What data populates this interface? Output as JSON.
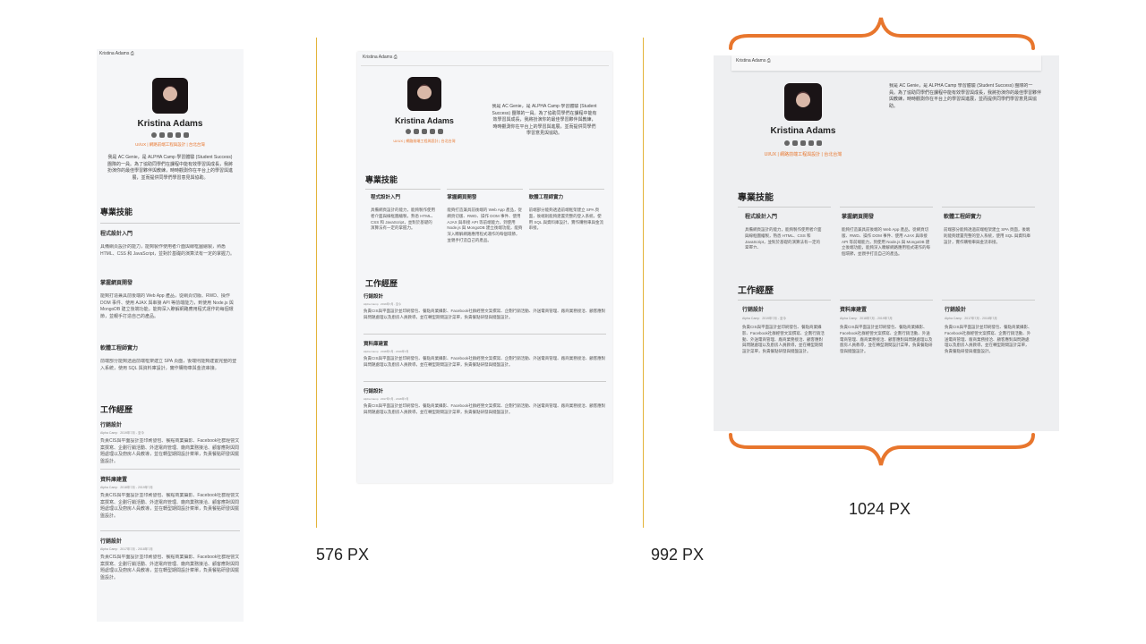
{
  "labels": {
    "px576": "576 PX",
    "px992": "992 PX",
    "px1024": "1024 PX"
  },
  "profile": {
    "topbar": "Kristina Adams ⎙",
    "name": "Kristina Adams",
    "tagline": "UI/UX | 網路前端工程與設計 | 台北台灣",
    "intro": "我是 AC Genie，是 ALPHA Camp 學習體驗 (Student Success) 團隊的一員。為了協助同學們在課程中能有效學習與成長，我將扮演你的最佳學習夥伴與教練，時時觀測你在平台上的學習與進展，並而提供同學們學習意見與協助。"
  },
  "skills": {
    "title": "專業技能",
    "items": [
      {
        "title": "程式設計入門",
        "desc": "具備網頁設計的能力，能夠製作使用者介面與線框圖繪製，熟悉 HTML、CSS 和 JavaScript，並對於基礎的演算法有一定的掌握力。"
      },
      {
        "title": "掌握網頁開發",
        "desc": "能夠打造兼具前後端的 Web App 產品，從網頁切版、RWD、操作 DOM 事件、使用 AJAX 與串接 API 等前端能力，到使用 Node.js 與 MongoDB 建立後端功能，能夠深入瞭解網路應用程式運作的每個環節，並親手打造自己的產品。"
      },
      {
        "title": "軟體工程師實力",
        "desc": "前端部分能夠透過前端框架建立 SPA 頁面，後端則能夠建置完整的登入系統，使用 SQL 與資料庫設計，實作購物車與金流串接。"
      }
    ]
  },
  "experience": {
    "title": "工作經歷",
    "items": [
      {
        "title": "行銷設計",
        "company": "Alpha Camp",
        "date": "2019年7月 - 至今",
        "desc": "負責CIS與平面設計並印刷發包、餐點商業攝影、Facebook社群經營文案撰寫、企劃行銷活動、外送電商管理、廠商業務接洽、顧客應對與問題處理以及廚房人員教導，並在轉型期間設計菜單，負責餐點研發與擺盤設計。"
      },
      {
        "title": "資料庫建置",
        "company": "Alpha Camp",
        "date": "2018年7月 - 2019年7月",
        "desc": "負責CIS與平面設計並印刷發包、餐點商業攝影、Facebook社群經營文案撰寫、企劃行銷活動、外送電商管理、廠商業務接洽、顧客應對與問題處理以及廚房人員教導，並在轉型期間設計菜單，負責餐點研發與擺盤設計。"
      },
      {
        "title": "行銷設計",
        "company": "Alpha Camp",
        "date": "2017年7月 - 2018年7月",
        "desc": "負責CIS與平面設計並印刷發包、餐點商業攝影、Facebook社群經營文案撰寫、企劃行銷活動、外送電商管理、廠商業務接洽、顧客應對與問題處理以及廚房人員教導，並在轉型期間設計菜單，負責餐點研發與擺盤設計。"
      }
    ]
  },
  "colors": {
    "accent": "#e8762d",
    "divider": "#e3b43a",
    "brace": "#e8762d"
  }
}
